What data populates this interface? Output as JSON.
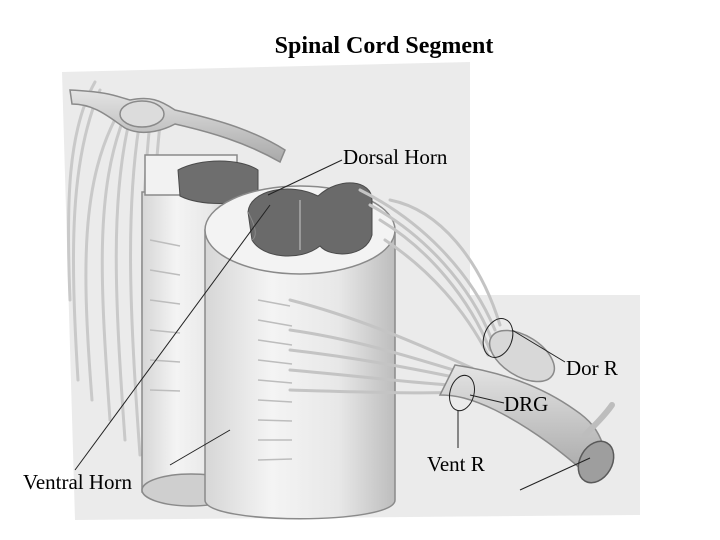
{
  "title": "Spinal Cord Segment",
  "labels": {
    "dorsal_horn": "Dorsal Horn",
    "dor_r": "Dor R",
    "drg": "DRG",
    "vent_r": "Vent R",
    "ventral_horn": "Ventral Horn"
  },
  "colors": {
    "background": "#ffffff",
    "illustration_bg": "#e6e6e6",
    "cord_white_matter": "#ececec",
    "grey_matter": "#6e6e6e",
    "nerve": "#d2d2d2",
    "outline": "#8a8a8a",
    "pointer_line": "#222222"
  }
}
